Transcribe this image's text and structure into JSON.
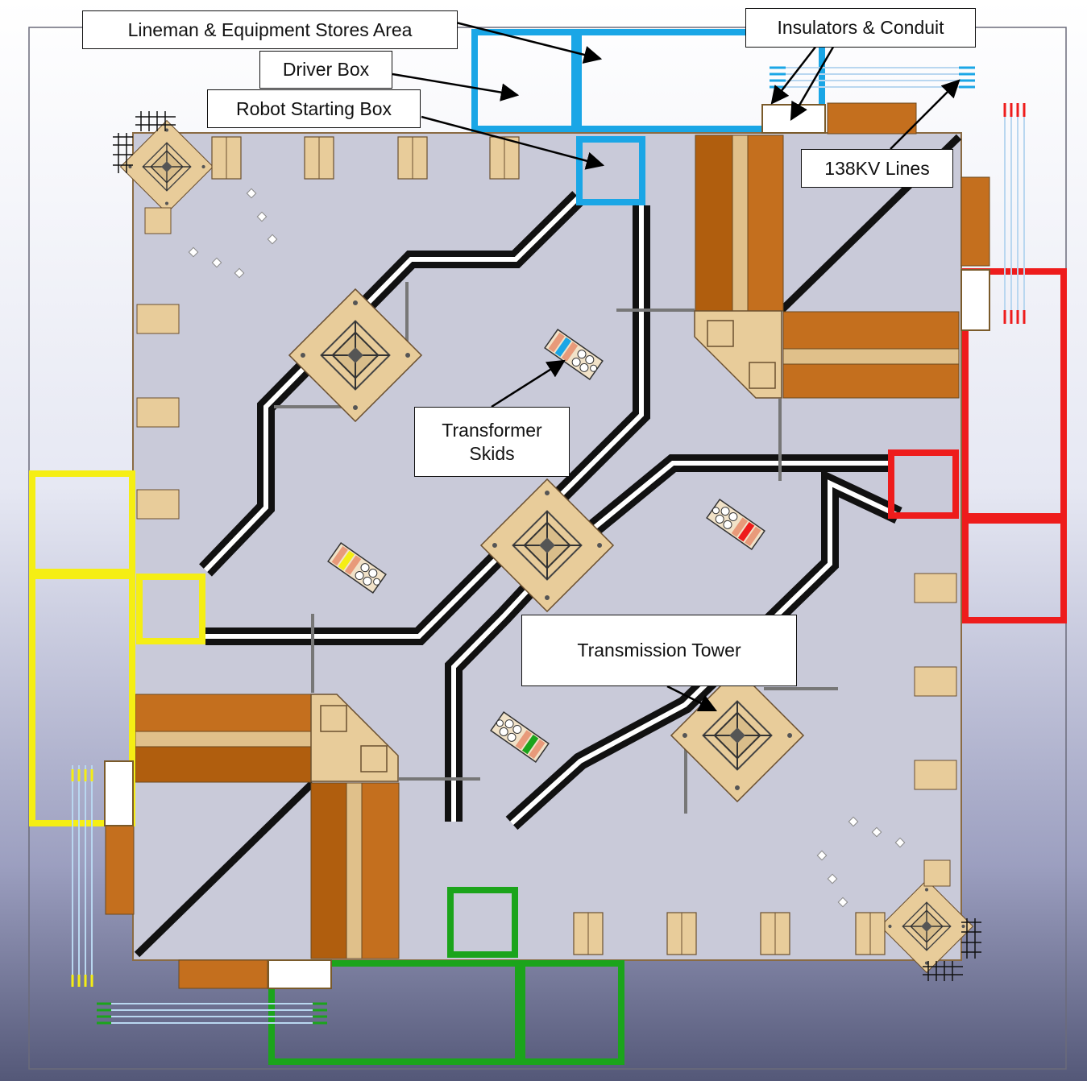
{
  "labels": {
    "lineman_area": "Lineman & Equipment Stores Area",
    "driver_box": "Driver Box",
    "robot_starting_box": "Robot Starting Box",
    "insulators_conduit": "Insulators & Conduit",
    "lines_138kv": "138KV Lines",
    "transformer_skids": "Transformer Skids",
    "transmission_tower": "Transmission Tower"
  },
  "colors": {
    "blue_alliance": "#1aa6e6",
    "red_alliance": "#ee1c1c",
    "yellow_alliance": "#f5ee14",
    "green_alliance": "#1ba41b",
    "wood": "#e8cc9a",
    "cable": "#c46f1e",
    "line_tape": "#111111"
  }
}
